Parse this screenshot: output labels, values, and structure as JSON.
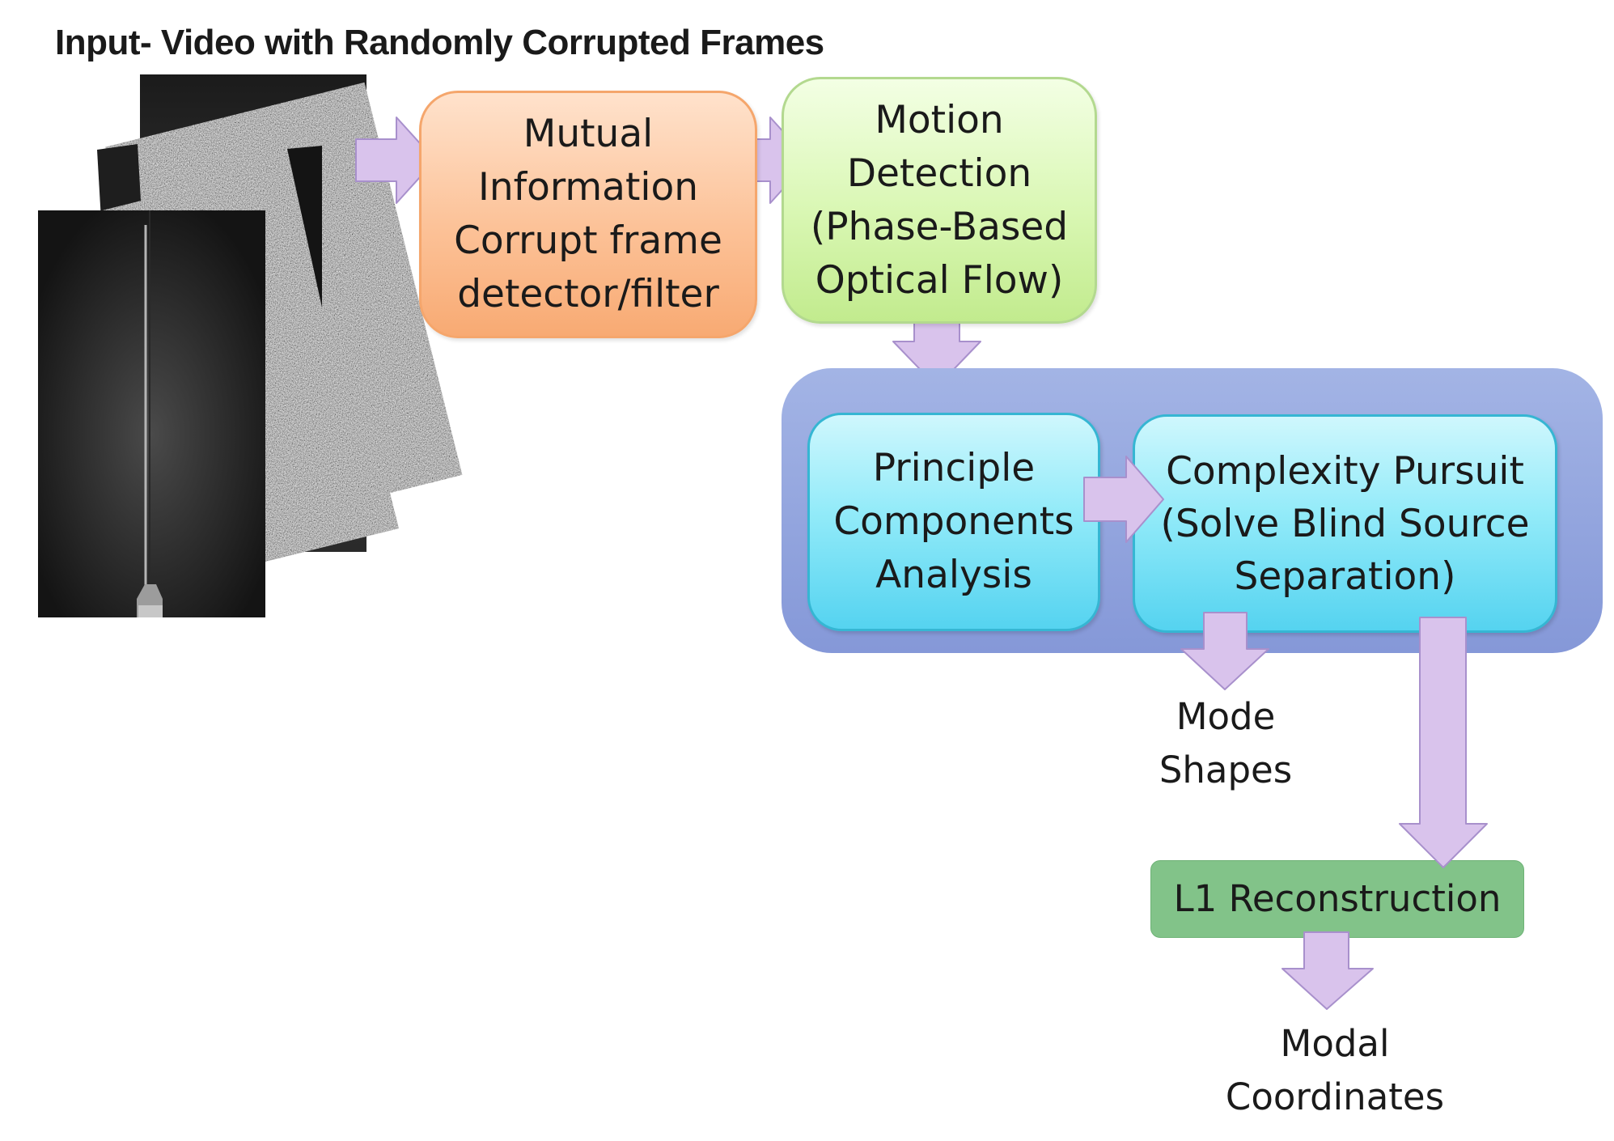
{
  "title": "Input- Video with Randomly Corrupted Frames",
  "boxes": {
    "mutual_information": {
      "lines": [
        "Mutual",
        "Information",
        "Corrupt frame",
        "detector/filter"
      ],
      "color": "#fcc298"
    },
    "motion_detection": {
      "lines": [
        "Motion",
        "Detection",
        "(Phase-Based",
        "Optical Flow)"
      ],
      "color": "#d9f7b3"
    },
    "pca": {
      "lines": [
        "Principle",
        "Components",
        "Analysis"
      ],
      "color": "#93ebf9"
    },
    "complexity_pursuit": {
      "lines": [
        "Complexity Pursuit",
        "(Solve Blind Source",
        "Separation)"
      ],
      "color": "#93ebf9"
    },
    "l1_reconstruction": {
      "label": "L1 Reconstruction",
      "color": "#82c389"
    }
  },
  "group_color": "#8598d8",
  "outputs": {
    "mode_shapes": [
      "Mode",
      "Shapes"
    ],
    "modal_coordinates": [
      "Modal",
      "Coordinates"
    ]
  },
  "arrow_color": "#d9c3ec",
  "edges": [
    [
      "input-video-frames",
      "mutual-information-box"
    ],
    [
      "mutual-information-box",
      "motion-detection-box"
    ],
    [
      "motion-detection-box",
      "analysis-group"
    ],
    [
      "pca-box",
      "complexity-pursuit-box"
    ],
    [
      "complexity-pursuit-box",
      "mode-shapes-output"
    ],
    [
      "complexity-pursuit-box",
      "l1-reconstruction-box"
    ],
    [
      "l1-reconstruction-box",
      "modal-coordinates-output"
    ]
  ]
}
